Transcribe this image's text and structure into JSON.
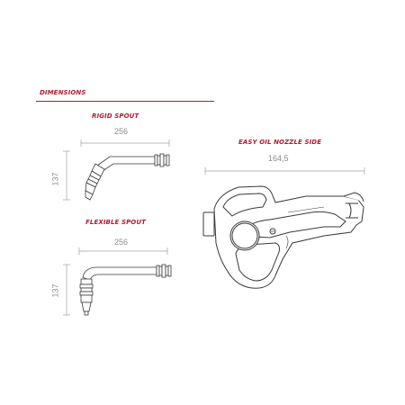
{
  "section_title": "DIMENSIONS",
  "rigid_spout": {
    "title": "RIGID SPOUT",
    "width": "256",
    "height": "137"
  },
  "flexible_spout": {
    "title": "FLEXIBLE SPOUT",
    "width": "256",
    "height": "137"
  },
  "nozzle": {
    "title": "EASY OIL NOZZLE SIDE",
    "width": "164,5"
  },
  "colors": {
    "accent": "#b01c2e",
    "dimension": "#8c8c8c",
    "line": "#3a3a3a"
  }
}
